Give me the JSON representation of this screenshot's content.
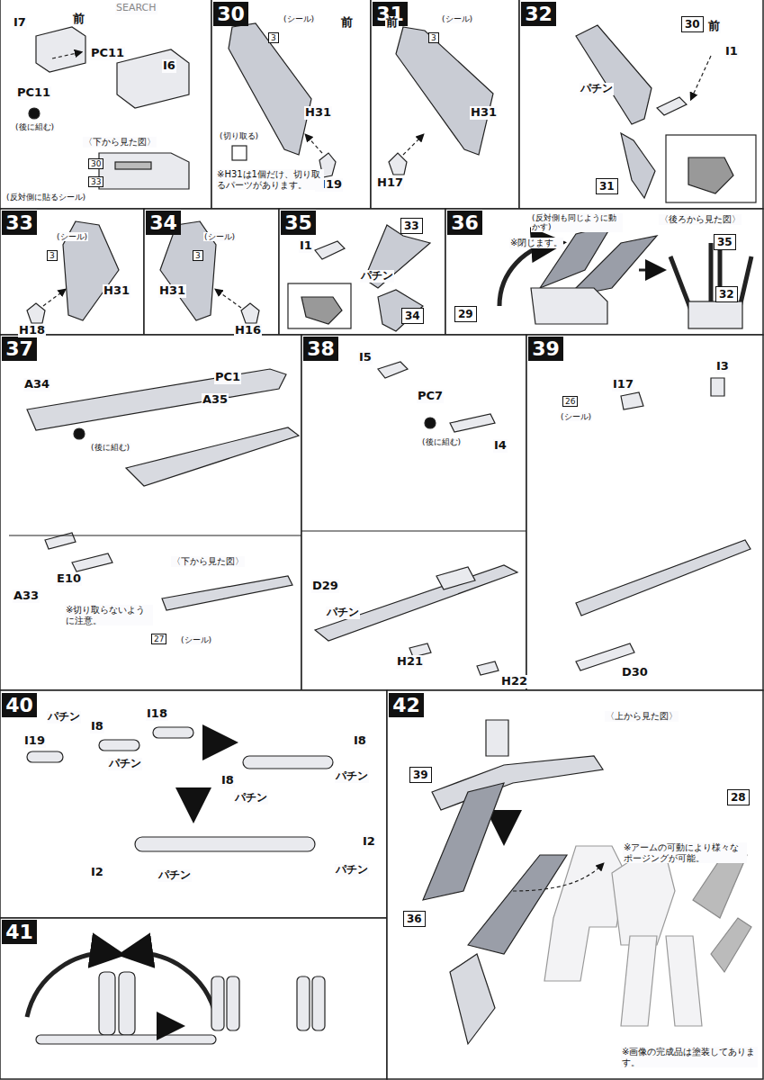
{
  "diagram": {
    "nodes": [
      {
        "text": [
          "30"
        ]
      },
      {
        "text": [
          "33"
        ]
      },
      {
        "text": [
          "30"
        ]
      },
      {
        "text": [
          "3"
        ]
      },
      {
        "text": [
          "31"
        ]
      },
      {
        "text": [
          "3"
        ]
      },
      {
        "text": [
          "32"
        ]
      },
      {
        "text": [
          "30"
        ]
      },
      {
        "text": [
          "31"
        ]
      },
      {
        "text": [
          "33"
        ]
      },
      {
        "text": [
          "3"
        ]
      },
      {
        "text": [
          "34"
        ]
      },
      {
        "text": [
          "3"
        ]
      },
      {
        "text": [
          "35"
        ]
      },
      {
        "text": [
          "33"
        ]
      },
      {
        "text": [
          "34"
        ]
      },
      {
        "text": [
          "36"
        ]
      },
      {
        "text": [
          "35"
        ]
      },
      {
        "text": [
          "32"
        ]
      },
      {
        "text": [
          "29"
        ]
      },
      {
        "text": [
          "37"
        ]
      },
      {
        "text": [
          "27"
        ]
      },
      {
        "text": [
          "38"
        ]
      },
      {
        "text": [
          "39"
        ]
      },
      {
        "text": [
          "26"
        ]
      },
      {
        "text": [
          "40"
        ]
      },
      {
        "text": [
          "41"
        ]
      },
      {
        "text": [
          "42"
        ]
      },
      {
        "text": [
          "39"
        ]
      },
      {
        "text": [
          "28"
        ]
      },
      {
        "text": [
          "36"
        ]
      }
    ],
    "labels": [
      "SEARCH",
      "I7",
      "前",
      "PC11",
      "I6",
      "PC11",
      "(後に組む)",
      "〈下から見た図〉",
      "(反対側に貼るシール)",
      "(シール)",
      "前",
      "H31",
      "(切り取る)",
      "H19",
      "※H31は1個だけ、切り取るパーツがあります。",
      "(シール)",
      "前",
      "H31",
      "H17",
      "前",
      "I1",
      "パチン",
      "(シール)",
      "H31",
      "H18",
      "(シール)",
      "H31",
      "H16",
      "I1",
      "パチン",
      "(反対側も同じように動かす)",
      "〈後ろから見た図〉",
      "※閉じます。",
      "A34",
      "PC1",
      "A35",
      "(後に組む)",
      "A33",
      "E10",
      "※切り取らないように注意。",
      "〈下から見た図〉",
      "(シール)",
      "I5",
      "PC7",
      "I4",
      "(後に組む)",
      "D29",
      "パチン",
      "H21",
      "H22",
      "I3",
      "I17",
      "(シール)",
      "D30",
      "I18",
      "I8",
      "I19",
      "パチン",
      "パチン",
      "I8",
      "パチン",
      "I8",
      "パチン",
      "I2",
      "パチン",
      "パチン",
      "I2",
      "〈上から見た図〉",
      "※アームの可動により様々なポージングが可能。",
      "※画像の完成品は塗装してあります。"
    ]
  }
}
